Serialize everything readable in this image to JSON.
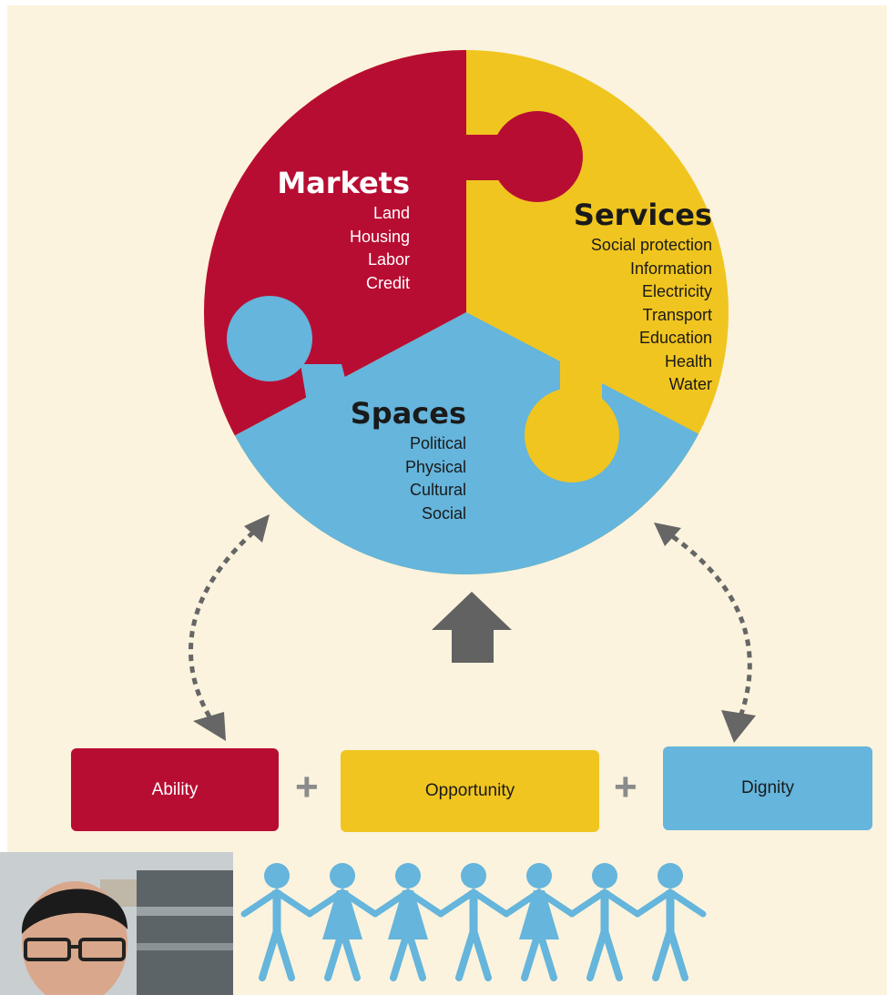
{
  "colors": {
    "background": "#fbf3dd",
    "red": "#b80d33",
    "yellow": "#f0c51f",
    "blue": "#65b5dc",
    "arrow_gray": "#626262",
    "dotted_gray": "#666666"
  },
  "puzzle": {
    "markets": {
      "title": "Markets",
      "items": [
        "Land",
        "Housing",
        "Labor",
        "Credit"
      ]
    },
    "services": {
      "title": "Services",
      "items": [
        "Social protection",
        "Information",
        "Electricity",
        "Transport",
        "Education",
        "Health",
        "Water"
      ]
    },
    "spaces": {
      "title": "Spaces",
      "items": [
        "Political",
        "Physical",
        "Cultural",
        "Social"
      ]
    }
  },
  "boxes": {
    "ability": "Ability",
    "opportunity": "Opportunity",
    "dignity": "Dignity"
  },
  "plus": "+",
  "people_count": 7
}
